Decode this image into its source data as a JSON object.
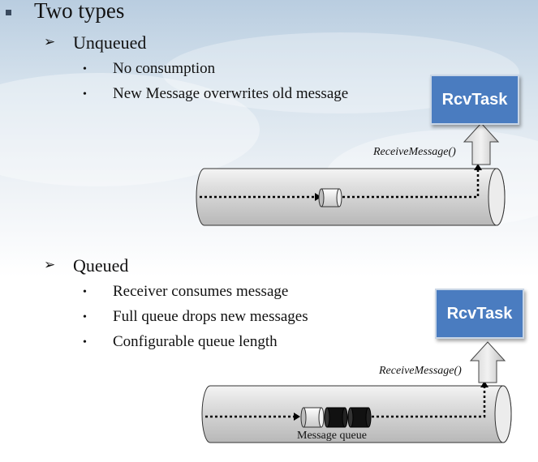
{
  "main": {
    "heading": "Two types",
    "unqueued": {
      "label": "Unqueued",
      "bullets": [
        "No consumption",
        "New Message overwrites old message"
      ]
    },
    "queued": {
      "label": "Queued",
      "bullets": [
        "Receiver consumes message",
        "Full queue drops new messages",
        "Configurable queue length"
      ]
    }
  },
  "diagram_top": {
    "task_label": "RcvTask",
    "function_label": "ReceiveMessage()"
  },
  "diagram_bottom": {
    "task_label": "RcvTask",
    "function_label": "ReceiveMessage()",
    "queue_label": "Message queue"
  },
  "colors": {
    "task_fill": "#4a7cc0",
    "pipe_fill": "#dcdcdc",
    "message_dark": "#111111"
  }
}
